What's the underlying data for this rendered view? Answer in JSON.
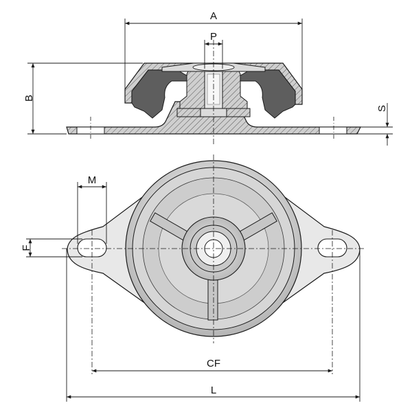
{
  "dimension_labels": {
    "a": "A",
    "p": "P",
    "b": "B",
    "s": "S",
    "m": "M",
    "f": "F",
    "cf": "CF",
    "l": "L"
  },
  "colors": {
    "rubber": "#5e5e5e",
    "metal_light": "#d4d4d4",
    "metal_mid": "#bdbdbd",
    "outline": "#1a1a1a",
    "dim_line": "#1a1a1a"
  }
}
